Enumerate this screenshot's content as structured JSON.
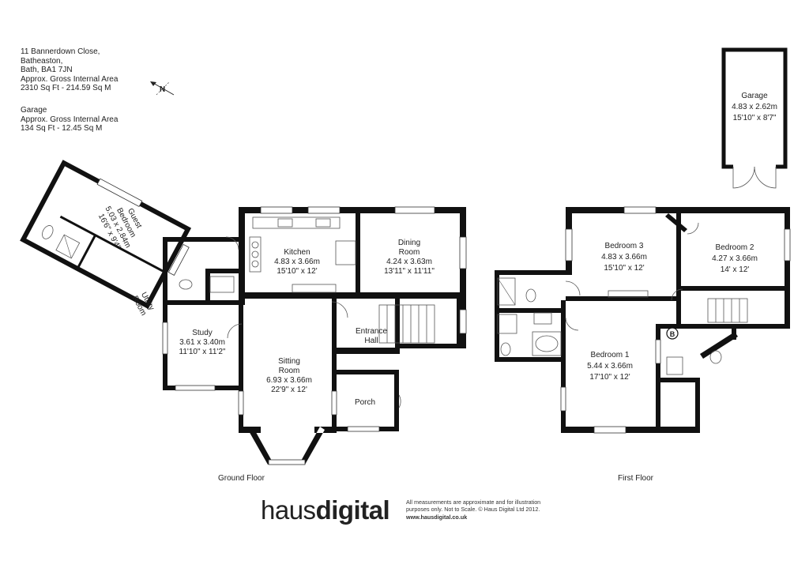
{
  "header": {
    "address_lines": [
      "11 Bannerdown Close,",
      "Batheaston,",
      "Bath, BA1 7JN"
    ],
    "area_label": "Approx. Gross Internal Area",
    "area_value": "2310 Sq Ft  -  214.59 Sq M",
    "garage_label": "Garage",
    "garage_area_label": "Approx. Gross Internal Area",
    "garage_area_value": "134 Sq Ft  -  12.45 Sq M",
    "compass_letter": "N"
  },
  "floors": {
    "ground": "Ground Floor",
    "first": "First Floor"
  },
  "rooms": {
    "guest_bedroom": [
      "Guest",
      "Bedroom",
      "5.03 x 2.84m",
      "16'6\" x 9'4\""
    ],
    "utility": [
      "Utility",
      "Room"
    ],
    "kitchen": [
      "Kitchen",
      "4.83 x 3.66m",
      "15'10\" x 12'"
    ],
    "dining": [
      "Dining",
      "Room",
      "4.24 x 3.63m",
      "13'11\" x 11'11\""
    ],
    "study": [
      "Study",
      "3.61 x 3.40m",
      "11'10\" x 11'2\""
    ],
    "sitting": [
      "Sitting",
      "Room",
      "6.93 x 3.66m",
      "22'9\" x 12'"
    ],
    "entrance": [
      "Entrance",
      "Hall"
    ],
    "porch": [
      "Porch"
    ],
    "garage": [
      "Garage",
      "4.83 x 2.62m",
      "15'10\" x 8'7\""
    ],
    "bedroom3": [
      "Bedroom 3",
      "4.83 x 3.66m",
      "15'10\" x 12'"
    ],
    "bedroom2": [
      "Bedroom 2",
      "4.27 x 3.66m",
      "14' x 12'"
    ],
    "bedroom1": [
      "Bedroom 1",
      "5.44 x 3.66m",
      "17'10\" x 12'"
    ],
    "boiler": "B"
  },
  "footer": {
    "logo_light": "haus",
    "logo_bold": "digital",
    "disclaimer_lines": [
      "All measurements are approximate and for illustration",
      "purposes only. Not to Scale. © Haus Digital Ltd 2012."
    ],
    "website": "www.hausdigital.co.uk"
  }
}
